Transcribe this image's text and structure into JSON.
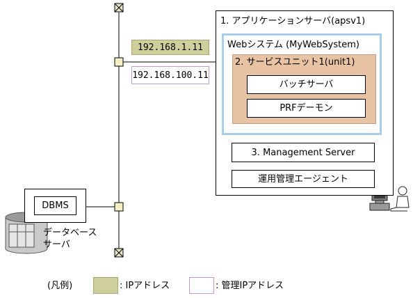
{
  "network": {
    "ip_address": "192.168.1.11",
    "mgmt_ip_address": "192.168.100.11"
  },
  "app_server": {
    "title": "1. アプリケーションサーバ(apsv1)",
    "web_system": {
      "title": "Webシステム (MyWebSystem)",
      "service_unit": {
        "title": "2. サービスユニット1(unit1)",
        "items": [
          "バッチサーバ",
          "PRFデーモン"
        ]
      }
    },
    "management_server": "3. Management Server",
    "agent": "運用管理エージェント"
  },
  "db_server": {
    "dbms": "DBMS",
    "label_line1": "データベース",
    "label_line2": "サーバ"
  },
  "legend": {
    "title": "(凡例)",
    "ip_label": ": IPアドレス",
    "mgmt_ip_label": ": 管理IPアドレス"
  },
  "colors": {
    "ip_fill": "#cfcf9c",
    "mgmt_ip_border": "#c59ad3",
    "web_system_border": "#a8cdec",
    "service_unit_fill": "#e8c3a3"
  }
}
